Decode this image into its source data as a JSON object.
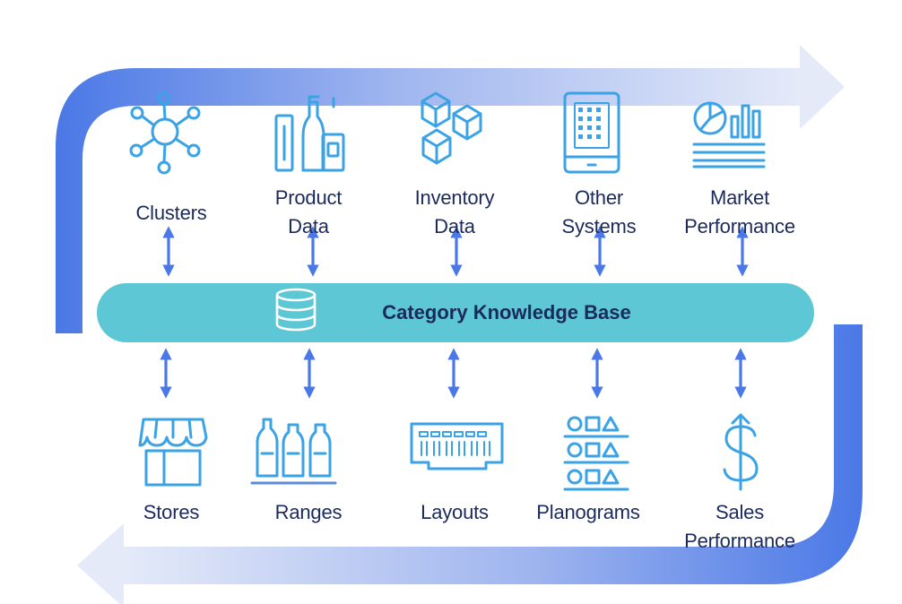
{
  "colors": {
    "flow": "#4a78e6",
    "icon": "#3aa3e6",
    "kb": "#5ec7d6",
    "kb_text": "#1b2a5c",
    "label": "#1b2a5c",
    "arrow": "#4a78e6"
  },
  "knowledge_base": {
    "title": "Category Knowledge Base",
    "icon": "database-icon"
  },
  "top_items": [
    {
      "id": "clusters",
      "icon": "cluster-network-icon",
      "lines": [
        "Clusters"
      ]
    },
    {
      "id": "product-data",
      "icon": "product-bottles-icon",
      "lines": [
        "Product",
        "Data"
      ]
    },
    {
      "id": "inventory-data",
      "icon": "boxes-icon",
      "lines": [
        "Inventory",
        "Data"
      ]
    },
    {
      "id": "other-systems",
      "icon": "tablet-icon",
      "lines": [
        "Other",
        "Systems"
      ]
    },
    {
      "id": "market-performance",
      "icon": "pie-bar-chart-icon",
      "lines": [
        "Market",
        "Performance"
      ]
    }
  ],
  "bottom_items": [
    {
      "id": "stores",
      "icon": "storefront-icon",
      "lines": [
        "Stores"
      ]
    },
    {
      "id": "ranges",
      "icon": "bottles-range-icon",
      "lines": [
        "Ranges"
      ]
    },
    {
      "id": "layouts",
      "icon": "store-layout-icon",
      "lines": [
        "Layouts"
      ]
    },
    {
      "id": "planograms",
      "icon": "shelf-shapes-icon",
      "lines": [
        "Planograms"
      ]
    },
    {
      "id": "sales-performance",
      "icon": "dollar-up-icon",
      "lines": [
        "Sales",
        "Performance"
      ]
    }
  ]
}
